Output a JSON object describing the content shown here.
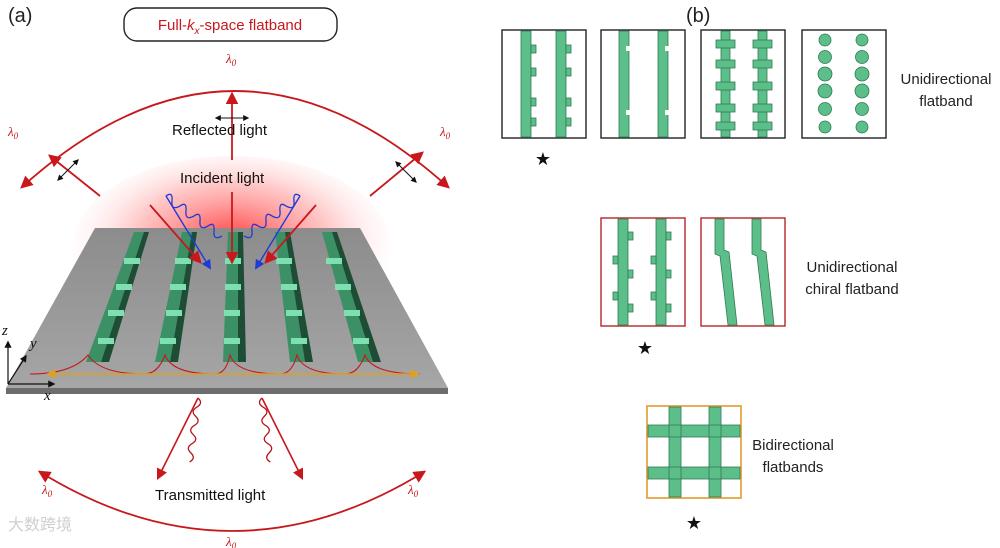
{
  "panel_a": {
    "label": "(a)",
    "title_prefix": "Full-",
    "title_k": "k",
    "title_sub": "x",
    "title_suffix": "-space flatband",
    "reflected": "Reflected light",
    "incident": "Incident light",
    "transmitted": "Transmitted light",
    "wavelength": "λ",
    "wavelength_sub": "0",
    "axis_x": "x",
    "axis_y": "y",
    "axis_z": "z"
  },
  "panel_b": {
    "label": "(b)",
    "row1_label": [
      "Unidirectional",
      "flatband"
    ],
    "row2_label": [
      "Unidirectional",
      "chiral flatband"
    ],
    "row3_label": [
      "Bidirectional",
      "flatbands"
    ],
    "star": "★"
  },
  "watermark": "大数跨境",
  "colors": {
    "accent_red": "#c8181c",
    "bar_green": "#5cbf8a",
    "dark_green": "#2f7a53",
    "incident_blue": "#1f3bd6",
    "frame_red": "#b5262c",
    "frame_orange": "#e39a2c",
    "slab_gray": "#9a9a9a"
  }
}
